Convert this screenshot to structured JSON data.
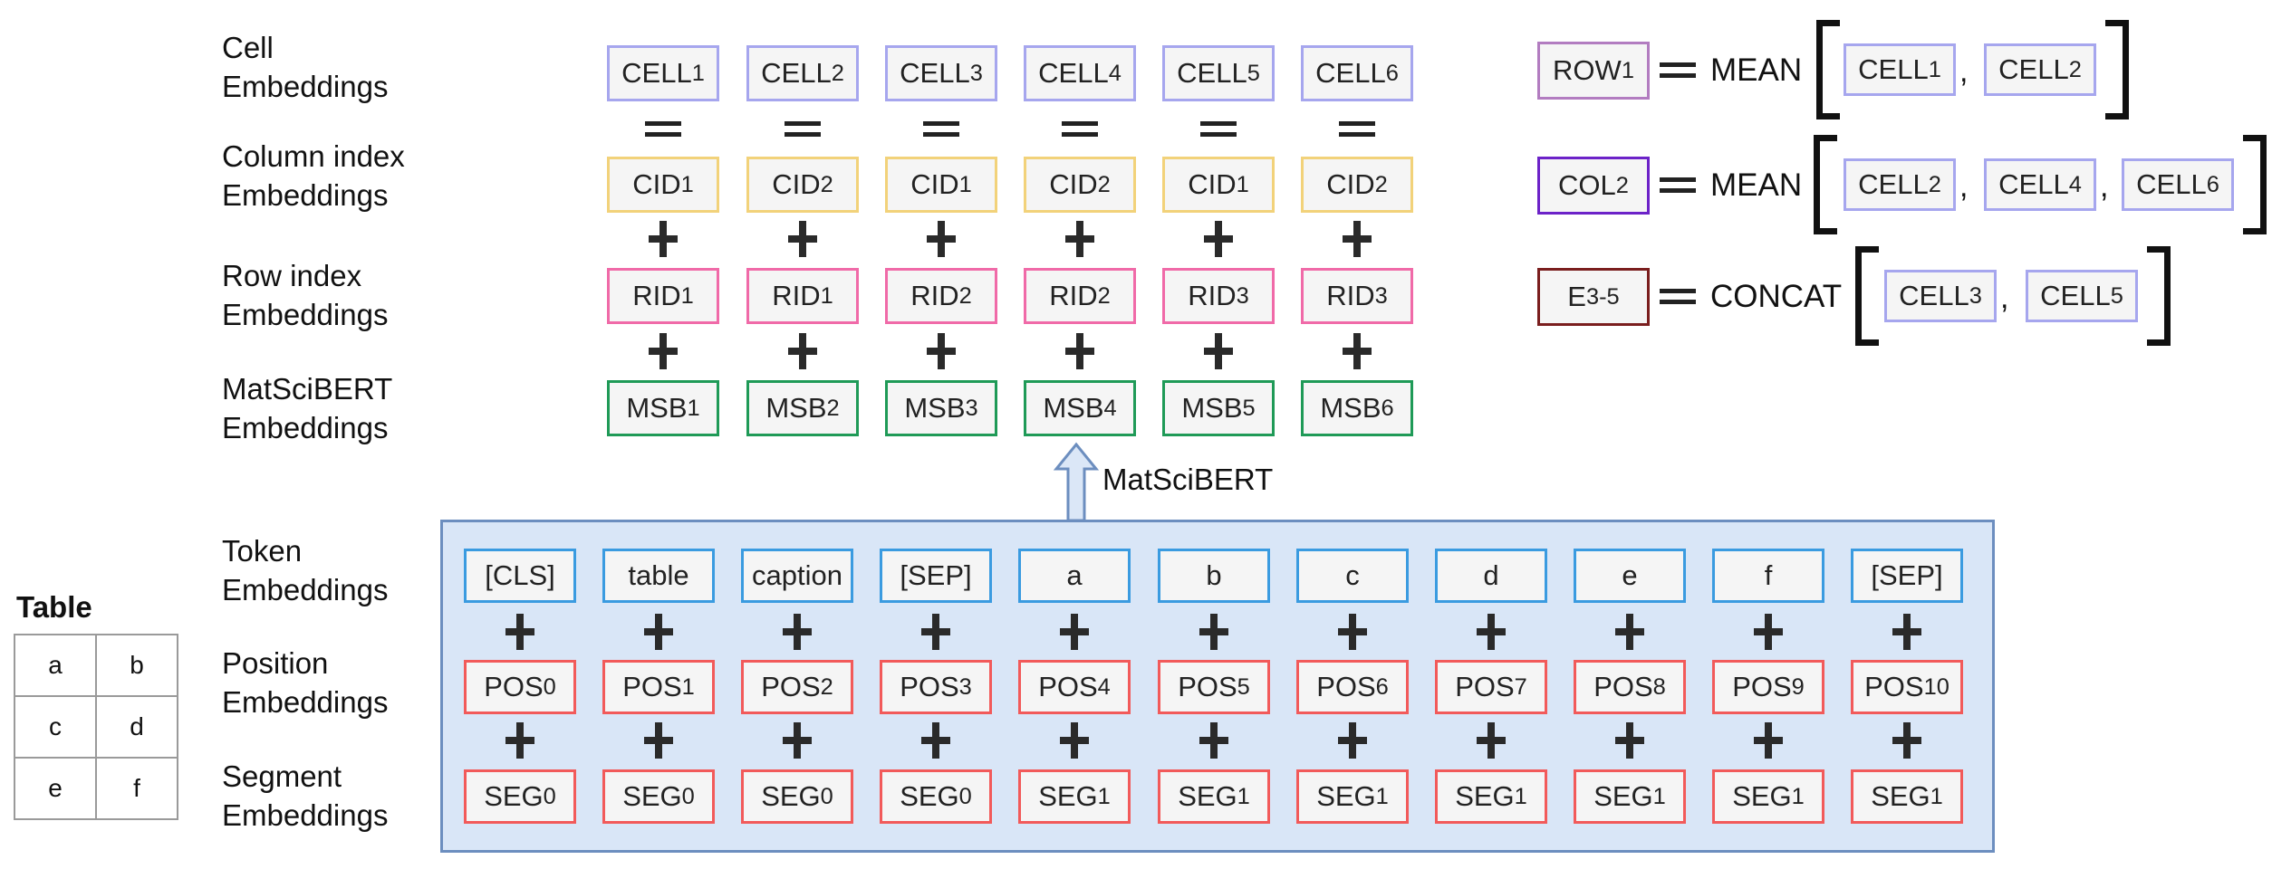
{
  "left_labels": {
    "cell": [
      "Cell",
      "Embeddings"
    ],
    "cid": [
      "Column index",
      "Embeddings"
    ],
    "rid": [
      "Row index",
      "Embeddings"
    ],
    "msb": [
      "MatSciBERT",
      "Embeddings"
    ],
    "tok": [
      "Token",
      "Embeddings"
    ],
    "pos": [
      "Position",
      "Embeddings"
    ],
    "seg": [
      "Segment",
      "Embeddings"
    ]
  },
  "cells": [
    {
      "base": "CELL",
      "sub": "1"
    },
    {
      "base": "CELL",
      "sub": "2"
    },
    {
      "base": "CELL",
      "sub": "3"
    },
    {
      "base": "CELL",
      "sub": "4"
    },
    {
      "base": "CELL",
      "sub": "5"
    },
    {
      "base": "CELL",
      "sub": "6"
    }
  ],
  "cids": [
    {
      "base": "CID",
      "sub": "1"
    },
    {
      "base": "CID",
      "sub": "2"
    },
    {
      "base": "CID",
      "sub": "1"
    },
    {
      "base": "CID",
      "sub": "2"
    },
    {
      "base": "CID",
      "sub": "1"
    },
    {
      "base": "CID",
      "sub": "2"
    }
  ],
  "rids": [
    {
      "base": "RID",
      "sub": "1"
    },
    {
      "base": "RID",
      "sub": "1"
    },
    {
      "base": "RID",
      "sub": "2"
    },
    {
      "base": "RID",
      "sub": "2"
    },
    {
      "base": "RID",
      "sub": "3"
    },
    {
      "base": "RID",
      "sub": "3"
    }
  ],
  "msbs": [
    {
      "base": "MSB",
      "sub": "1"
    },
    {
      "base": "MSB",
      "sub": "2"
    },
    {
      "base": "MSB",
      "sub": "3"
    },
    {
      "base": "MSB",
      "sub": "4"
    },
    {
      "base": "MSB",
      "sub": "5"
    },
    {
      "base": "MSB",
      "sub": "6"
    }
  ],
  "arrow_label": "MatSciBERT",
  "tokens": [
    "[CLS]",
    "table",
    "caption",
    "[SEP]",
    "a",
    "b",
    "c",
    "d",
    "e",
    "f",
    "[SEP]"
  ],
  "positions": [
    {
      "base": "POS",
      "sub": "0"
    },
    {
      "base": "POS",
      "sub": "1"
    },
    {
      "base": "POS",
      "sub": "2"
    },
    {
      "base": "POS",
      "sub": "3"
    },
    {
      "base": "POS",
      "sub": "4"
    },
    {
      "base": "POS",
      "sub": "5"
    },
    {
      "base": "POS",
      "sub": "6"
    },
    {
      "base": "POS",
      "sub": "7"
    },
    {
      "base": "POS",
      "sub": "8"
    },
    {
      "base": "POS",
      "sub": "9"
    },
    {
      "base": "POS",
      "sub": "10"
    }
  ],
  "segments": [
    {
      "base": "SEG",
      "sub": "0"
    },
    {
      "base": "SEG",
      "sub": "0"
    },
    {
      "base": "SEG",
      "sub": "0"
    },
    {
      "base": "SEG",
      "sub": "0"
    },
    {
      "base": "SEG",
      "sub": "1"
    },
    {
      "base": "SEG",
      "sub": "1"
    },
    {
      "base": "SEG",
      "sub": "1"
    },
    {
      "base": "SEG",
      "sub": "1"
    },
    {
      "base": "SEG",
      "sub": "1"
    },
    {
      "base": "SEG",
      "sub": "1"
    },
    {
      "base": "SEG",
      "sub": "1"
    }
  ],
  "table": {
    "title": "Table",
    "rows": [
      [
        "a",
        "b"
      ],
      [
        "c",
        "d"
      ],
      [
        "e",
        "f"
      ]
    ]
  },
  "formulas": {
    "row": {
      "lhs": {
        "base": "ROW",
        "sub": "1"
      },
      "op": "MEAN",
      "args": [
        {
          "base": "CELL",
          "sub": "1"
        },
        {
          "base": "CELL",
          "sub": "2"
        }
      ]
    },
    "col": {
      "lhs": {
        "base": "COL",
        "sub": "2"
      },
      "op": "MEAN",
      "args": [
        {
          "base": "CELL",
          "sub": "2"
        },
        {
          "base": "CELL",
          "sub": "4"
        },
        {
          "base": "CELL",
          "sub": "6"
        }
      ]
    },
    "edge": {
      "lhs": {
        "base": "E",
        "sub": "3-5"
      },
      "op": "CONCAT",
      "args": [
        {
          "base": "CELL",
          "sub": "3"
        },
        {
          "base": "CELL",
          "sub": "5"
        }
      ]
    }
  },
  "colors": {
    "cell": "#a6a6ee",
    "cid": "#f2d27a",
    "rid": "#f06aa8",
    "msb": "#1f9a57",
    "token": "#3a9be0",
    "pos": "#f25a5a",
    "seg": "#f25a5a",
    "row": "#b27cc0",
    "col": "#6c22c8",
    "edge": "#7a1e1e",
    "bert_panel_fill": "#d9e6f7",
    "bert_panel_border": "#6c8ebf"
  }
}
